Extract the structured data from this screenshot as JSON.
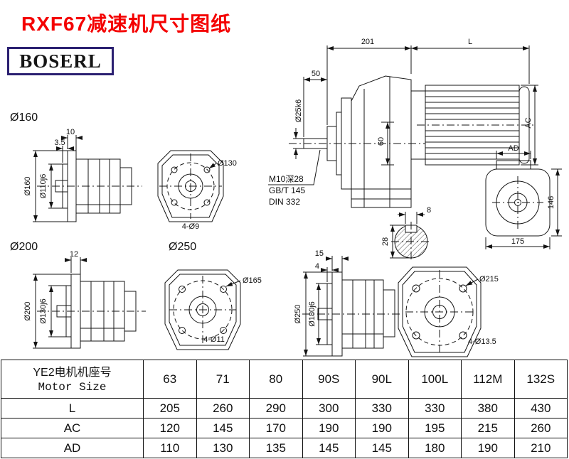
{
  "page": {
    "title": "RXF67减速机尺寸图纸",
    "brand": "BOSERL"
  },
  "views": {
    "f160": {
      "group_label": "Ø160",
      "flange_thickness": "10",
      "spigot_protrusion": "3.5",
      "flange_od": "Ø160",
      "spigot_dia": "Ø110j6",
      "bolt_circle": "Ø130",
      "holes": "4-Ø9"
    },
    "f200": {
      "group_label": "Ø200",
      "flange_thickness": "12",
      "flange_od": "Ø200",
      "spigot_dia": "Ø130j6",
      "bolt_circle": "Ø165",
      "holes": "4-Ø11"
    },
    "f250": {
      "group_label": "Ø250",
      "flange_thickness": "15",
      "spigot_protrusion": "4",
      "flange_od": "Ø250",
      "spigot_dia": "Ø180j6",
      "bolt_circle": "Ø215",
      "holes": "4-Ø13.5"
    },
    "main": {
      "dim_length_gear": "201",
      "dim_length_motor": "L",
      "dim_shaft_len": "50",
      "shaft_dia": "Ø25k6",
      "dim_hub": "60",
      "dim_motor_height": "AC",
      "tap_note": "M10深28",
      "std_gb": "GB/T 145",
      "std_din": "DIN 332"
    },
    "keyway": {
      "key_width": "8",
      "shaft_key_height": "28"
    },
    "motor_end": {
      "dim_ad": "AD",
      "dim_height": "146",
      "dim_width": "175"
    }
  },
  "table": {
    "header_cn": "YE2电机机座号",
    "header_en": "Motor Size",
    "sizes": [
      "63",
      "71",
      "80",
      "90S",
      "90L",
      "100L",
      "112M",
      "132S"
    ],
    "rows": [
      {
        "label": "L",
        "values": [
          "205",
          "260",
          "290",
          "300",
          "330",
          "330",
          "380",
          "430"
        ]
      },
      {
        "label": "AC",
        "values": [
          "120",
          "145",
          "170",
          "190",
          "190",
          "195",
          "215",
          "260"
        ]
      },
      {
        "label": "AD",
        "values": [
          "110",
          "130",
          "135",
          "145",
          "145",
          "180",
          "190",
          "210"
        ]
      }
    ]
  }
}
